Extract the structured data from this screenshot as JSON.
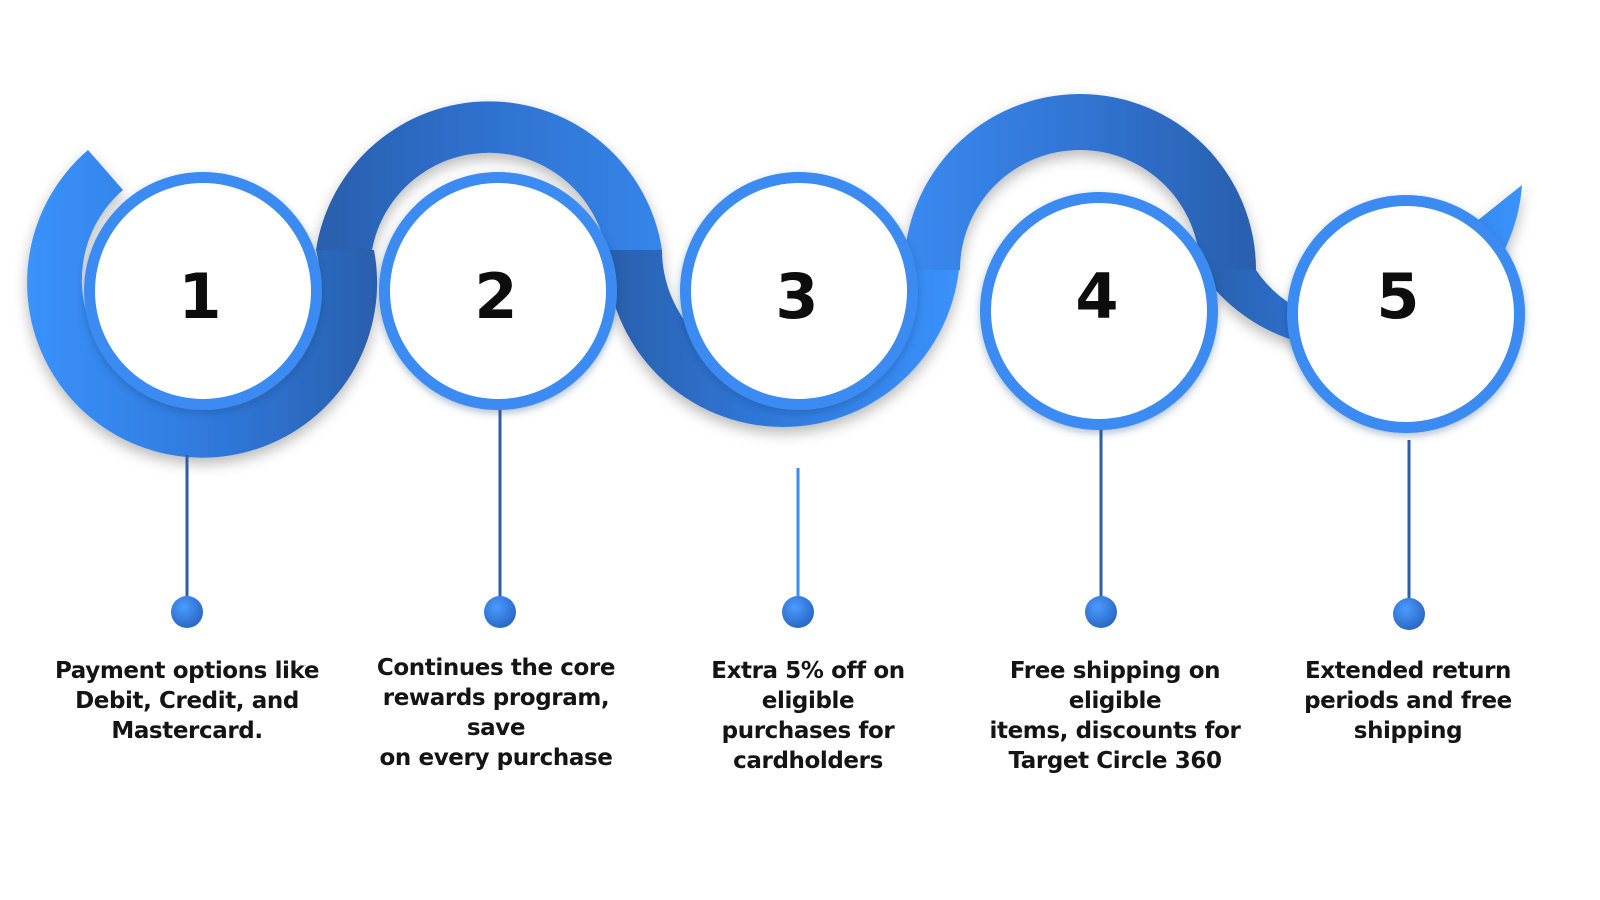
{
  "colors": {
    "ribbon_light": "#3a92fb",
    "ribbon_dark": "#2a5fac",
    "ribbon_mid": "#2f7bdf",
    "ring": "#3a8bf2",
    "connector": "#2d63b3",
    "dot": "#2f7fe6",
    "background": "#ffffff"
  },
  "steps": [
    {
      "number": "1",
      "caption_lines": [
        "Payment options like",
        "Debit, Credit, and",
        "Mastercard."
      ]
    },
    {
      "number": "2",
      "caption_lines": [
        "Continues the core",
        "rewards program, save",
        "on every purchase"
      ]
    },
    {
      "number": "3",
      "caption_lines": [
        "Extra 5% off on eligible",
        "purchases for",
        "cardholders"
      ]
    },
    {
      "number": "4",
      "caption_lines": [
        "Free shipping on eligible",
        "items, discounts for",
        "Target Circle 360"
      ]
    },
    {
      "number": "5",
      "caption_lines": [
        "Extended return",
        "periods and free",
        "shipping"
      ]
    }
  ]
}
